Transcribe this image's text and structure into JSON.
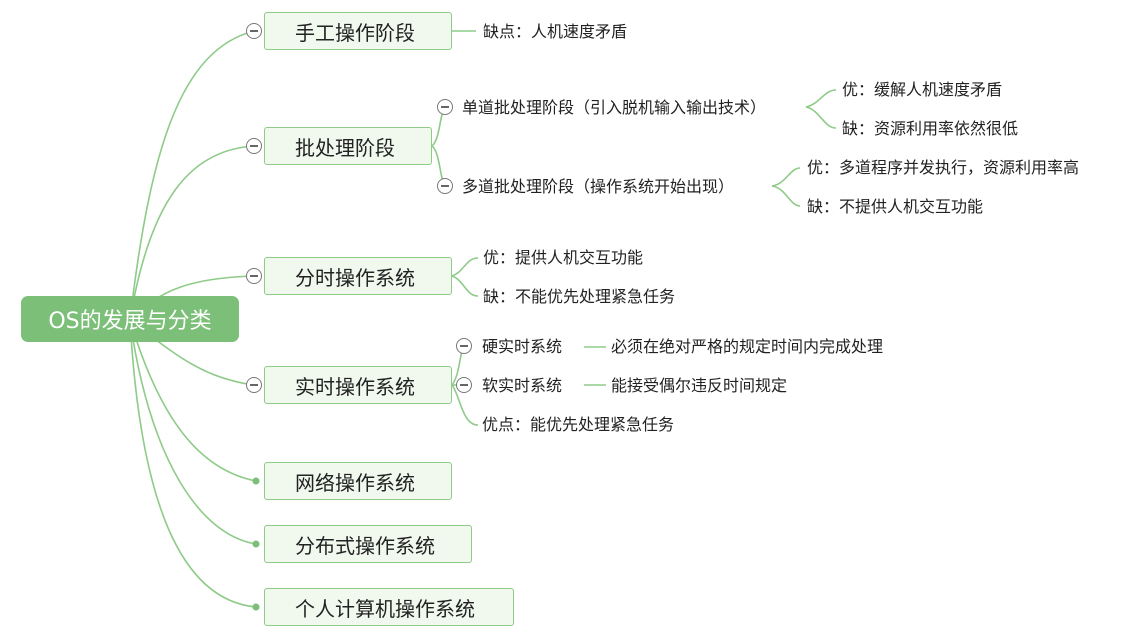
{
  "root": "OS的发展与分类",
  "nodes": [
    {
      "label": "手工操作阶段"
    },
    {
      "label": "批处理阶段"
    },
    {
      "label": "分时操作系统"
    },
    {
      "label": "实时操作系统"
    },
    {
      "label": "网络操作系统"
    },
    {
      "label": "分布式操作系统"
    },
    {
      "label": "个人计算机操作系统"
    }
  ],
  "manual": {
    "con": "缺点：人机速度矛盾"
  },
  "batch": {
    "single": {
      "label": "单道批处理阶段（引入脱机输入输出技术）",
      "pro": "优：缓解人机速度矛盾",
      "con": "缺：资源利用率依然很低"
    },
    "multi": {
      "label": "多道批处理阶段（操作系统开始出现）",
      "pro": "优：多道程序并发执行，资源利用率高",
      "con": "缺：不提供人机交互功能"
    }
  },
  "timeshare": {
    "pro": "优：提供人机交互功能",
    "con": "缺：不能优先处理紧急任务"
  },
  "realtime": {
    "hard": {
      "label": "硬实时系统",
      "desc": "必须在绝对严格的规定时间内完成处理"
    },
    "soft": {
      "label": "软实时系统",
      "desc": "能接受偶尔违反时间规定"
    },
    "pro": "优点：能优先处理紧急任务"
  }
}
